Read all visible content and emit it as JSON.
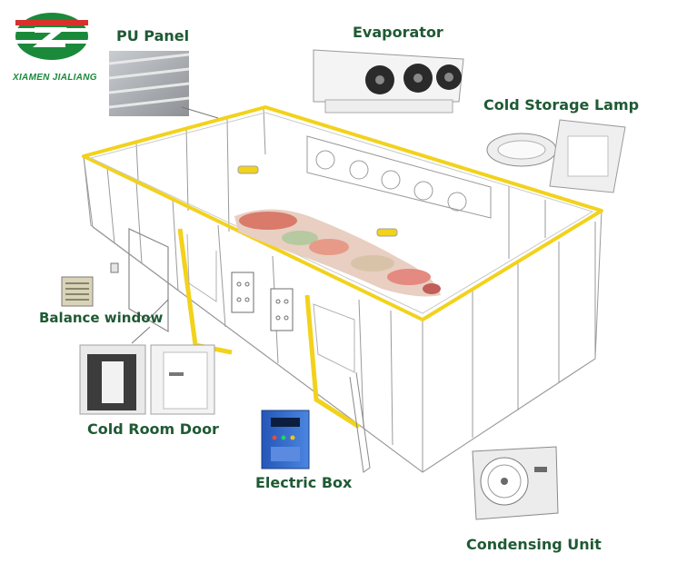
{
  "brand": {
    "name": "XIAMEN JIALIANG"
  },
  "labels": {
    "pu_panel": "PU Panel",
    "evaporator": "Evaporator",
    "cold_storage_lamp": "Cold Storage Lamp",
    "balance_window": "Balance window",
    "cold_room_door": "Cold Room Door",
    "electric_box": "Electric Box",
    "condensing_unit": "Condensing Unit"
  },
  "colors": {
    "label_text": "#1f5a34",
    "frame_yellow": "#f2d21b",
    "logo_green": "#1a8a3a",
    "logo_red": "#d9302c",
    "outline_gray": "#9a9a9a"
  }
}
